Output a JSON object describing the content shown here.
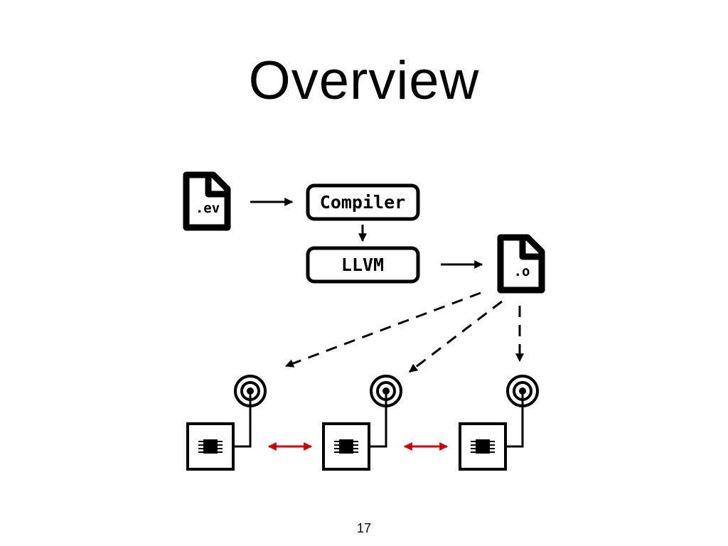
{
  "slide": {
    "title": "Overview",
    "page_number": "17"
  },
  "diagram": {
    "source_file": {
      "label": ".ev",
      "icon": "document-icon"
    },
    "compiler": {
      "label": "Compiler"
    },
    "llvm": {
      "label": "LLVM"
    },
    "object_file": {
      "label": ".o",
      "icon": "document-icon"
    },
    "devices": [
      {
        "icon": "microchip-icon",
        "antenna": "antenna-icon"
      },
      {
        "icon": "microchip-icon",
        "antenna": "antenna-icon"
      },
      {
        "icon": "microchip-icon",
        "antenna": "antenna-icon"
      }
    ],
    "colors": {
      "stroke": "#000000",
      "link_arrow": "#cc0000"
    }
  }
}
